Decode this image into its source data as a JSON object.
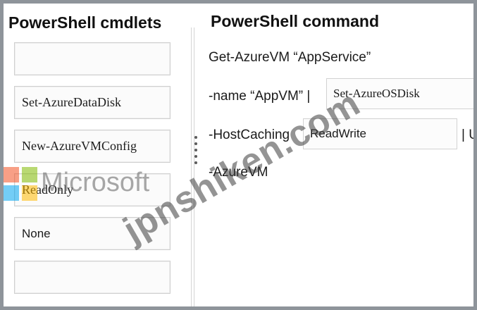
{
  "left_panel": {
    "title": "PowerShell cmdlets",
    "tiles": [
      "",
      "Set-AzureDataDisk",
      "New-AzureVMConfig",
      "ReadOnly",
      "None",
      ""
    ]
  },
  "right_panel": {
    "title": "PowerShell command",
    "line1": "Get-AzureVM “AppService”",
    "line2_prefix": "-name “AppVM” |",
    "slot1_value": "Set-AzureOSDisk",
    "line3_prefix": "-HostCaching",
    "slot2_value": "ReadWrite",
    "line3_suffix": "| U",
    "line4": "-AzureVM"
  },
  "watermark": {
    "text": "jpnshiken.com",
    "ms_text": "Microsoft"
  },
  "colors": {
    "ms_red": "#f25022",
    "ms_green": "#7fba00",
    "ms_blue": "#00a4ef",
    "ms_yellow": "#ffb900"
  }
}
